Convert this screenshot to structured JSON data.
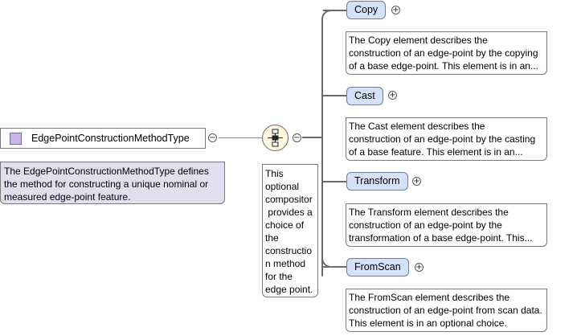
{
  "root": {
    "name": "EdgePointConstructionMethodType",
    "icon": "complex-type-icon",
    "doc": "The EdgePointConstructionMethodType defines the method for constructing a unique nominal or measured edge-point feature."
  },
  "compositor": {
    "kind": "choice",
    "icon": "choice-compositor-icon",
    "doc_lines": [
      "This",
      "optional",
      "compositor",
      " provides a",
      "choice of",
      "the",
      "constructio",
      "n method",
      "for the",
      "edge point."
    ]
  },
  "elements": [
    {
      "name": "Copy",
      "doc_lines": [
        "The Copy element describes the",
        "construction of an edge-point by the copying",
        "of a base edge-point. This element is in an..."
      ]
    },
    {
      "name": "Cast",
      "doc_lines": [
        "The Cast element describes the",
        "construction of an edge-point by the casting",
        "of a base feature. This element is in an..."
      ]
    },
    {
      "name": "Transform",
      "doc_lines": [
        "The Transform element describes the",
        "construction of an edge-point by the",
        "transformation of a base edge-point. This..."
      ]
    },
    {
      "name": "FromScan",
      "doc_lines": [
        "The FromScan element describes the",
        "construction of an edge-point from scan data.",
        "This element is in an optional choice."
      ]
    }
  ],
  "symbols": {
    "collapse": "−",
    "expand": "+"
  },
  "colors": {
    "type_fill": "#e3ddf0",
    "element_fill": "#d3e2f7",
    "compositor_fill": "#fdf8dd",
    "connector": "#6b6b6b"
  }
}
